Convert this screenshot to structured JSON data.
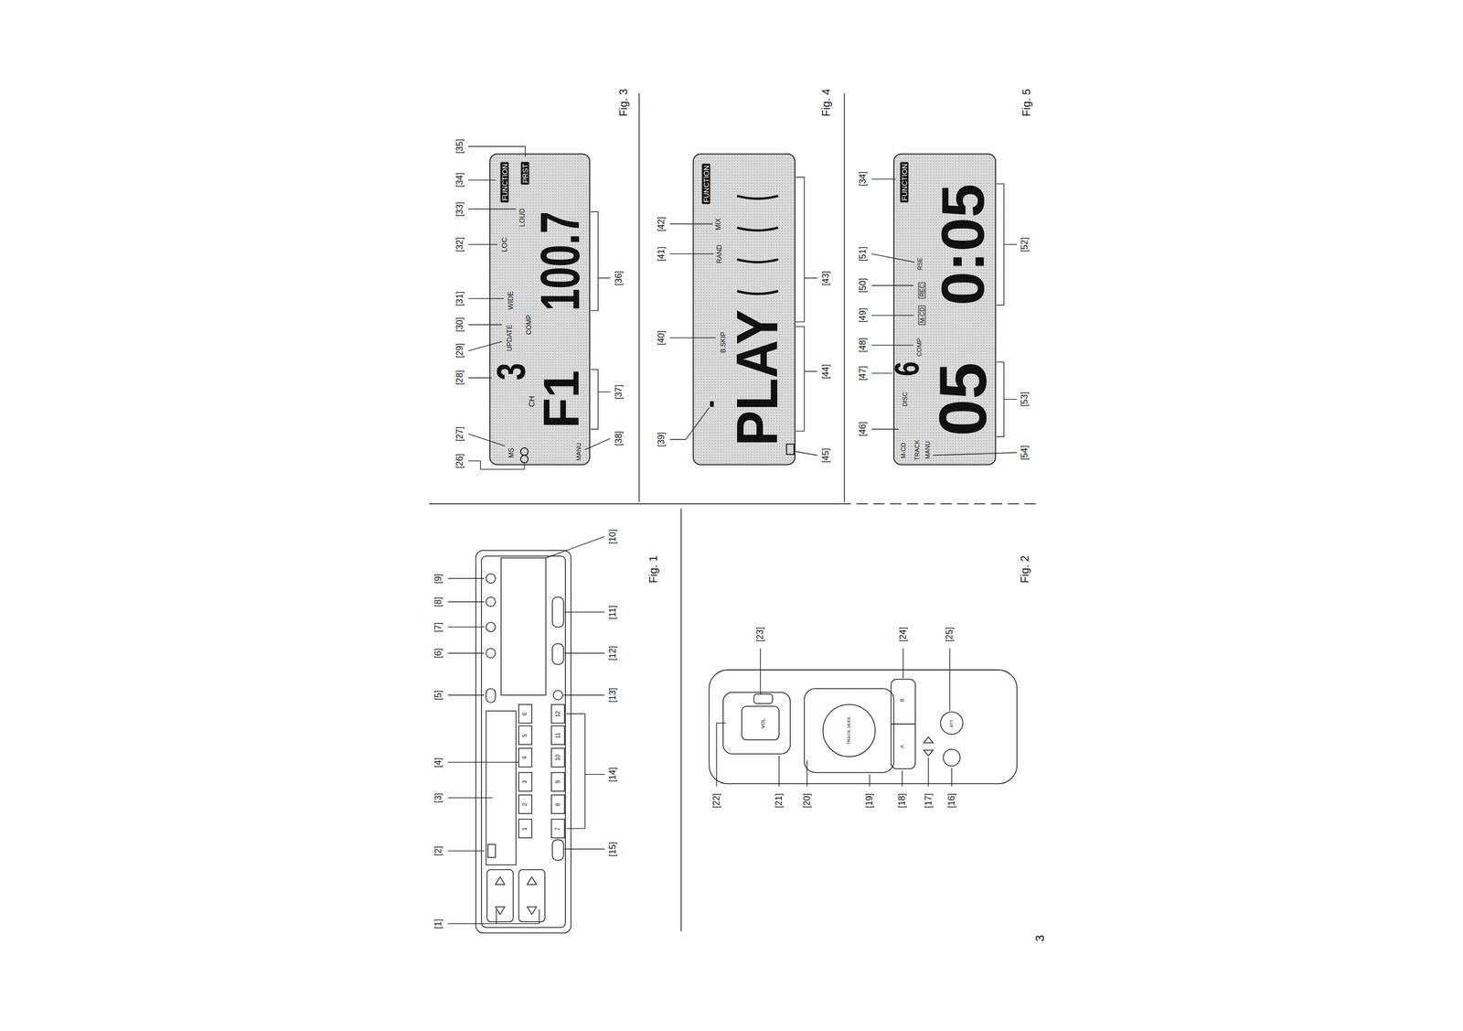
{
  "diagram": {
    "nodes": [
      {
        "text": [
          "FUNCTION",
          "PRST",
          "LOC",
          "LOUD",
          "WIDE",
          "UPDATE",
          "COMP",
          "3",
          "CH",
          "MS",
          "F1",
          "100.7",
          "MANU"
        ]
      },
      {
        "text": [
          "FUNCTION",
          "MIX",
          "RAND",
          "B.SKIP",
          "PLAY"
        ]
      },
      {
        "text": [
          "FUNCTION",
          "M-CD",
          "DISC",
          "6",
          "COMP",
          "M-CD",
          "REC",
          "RSE",
          "TRACK",
          "MANU",
          "05",
          "0:05"
        ]
      }
    ],
    "labels": [
      "[26]",
      "[27]",
      "[28]",
      "[29]",
      "[30]",
      "[31]",
      "[32]",
      "[33]",
      "[34]",
      "[35]",
      "[36]",
      "[37]",
      "[38]",
      "Fig. 3",
      "[39]",
      "[40]",
      "[41]",
      "[42]",
      "[43]",
      "[44]",
      "[45]",
      "Fig. 4",
      "[34]",
      "[46]",
      "[47]",
      "[48]",
      "[49]",
      "[50]",
      "[51]",
      "[52]",
      "[53]",
      "[54]",
      "Fig. 5",
      "[1]",
      "[2]",
      "[3]",
      "[4]",
      "[5]",
      "[6]",
      "[7]",
      "[8]",
      "[9]",
      "[10]",
      "[11]",
      "[12]",
      "[13]",
      "[14]",
      "[15]",
      "Fig. 1",
      "1",
      "2",
      "3",
      "4",
      "5",
      "6",
      "7",
      "8",
      "9",
      "10",
      "11",
      "12",
      "[16]",
      "[17]",
      "[18]",
      "[19]",
      "[20]",
      "[21]",
      "[22]",
      "[23]",
      "[24]",
      "[25]",
      "Fig. 2",
      "VOL",
      "TRACK SEEK",
      "A",
      "B",
      "ATT",
      "3"
    ]
  }
}
